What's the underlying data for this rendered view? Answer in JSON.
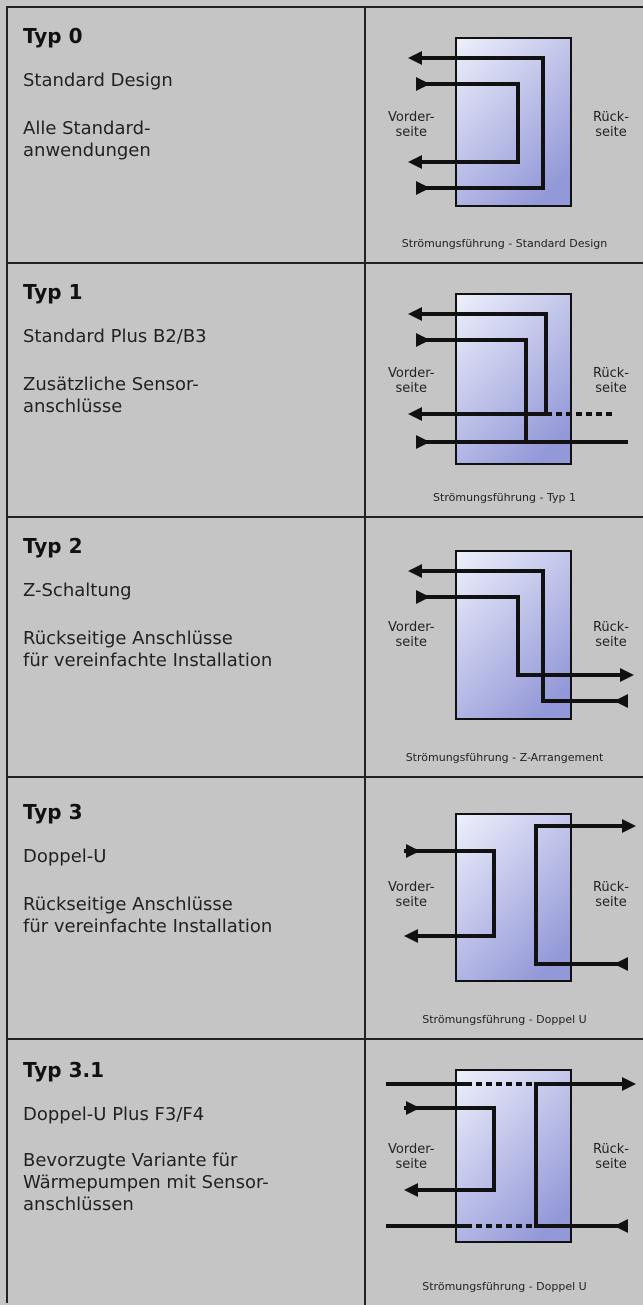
{
  "rows": [
    {
      "title": "Typ 0",
      "subtitle": "Standard Design",
      "desc": "Alle Standard-\nanwendungen",
      "front": "Vorder-\nseite",
      "back": "Rück-\nseite",
      "caption": "Strömungsführung - Standard Design"
    },
    {
      "title": "Typ 1",
      "subtitle": "Standard Plus B2/B3",
      "desc": "Zusätzliche Sensor-\nanschlüsse",
      "front": "Vorder-\nseite",
      "back": "Rück-\nseite",
      "caption": "Strömungsführung - Typ 1"
    },
    {
      "title": "Typ 2",
      "subtitle": "Z-Schaltung",
      "desc": "Rückseitige Anschlüsse\nfür vereinfachte Installation",
      "front": "Vorder-\nseite",
      "back": "Rück-\nseite",
      "caption": "Strömungsführung - Z-Arrangement"
    },
    {
      "title": "Typ 3",
      "subtitle": "Doppel-U",
      "desc": "Rückseitige Anschlüsse\nfür vereinfachte Installation",
      "front": "Vorder-\nseite",
      "back": "Rück-\nseite",
      "caption": "Strömungsführung - Doppel U"
    },
    {
      "title": "Typ 3.1",
      "subtitle": "Doppel-U Plus F3/F4",
      "desc": "Bevorzugte Variante für\nWärmepumpen mit Sensor-\nanschlüssen",
      "front": "Vorder-\nseite",
      "back": "Rück-\nseite",
      "caption": "Strömungsführung - Doppel U"
    }
  ],
  "colors": {
    "background": "#c5c5c5",
    "plate_light": "#e6e8f8",
    "plate_dark": "#9b9fdc",
    "line": "#111111"
  }
}
